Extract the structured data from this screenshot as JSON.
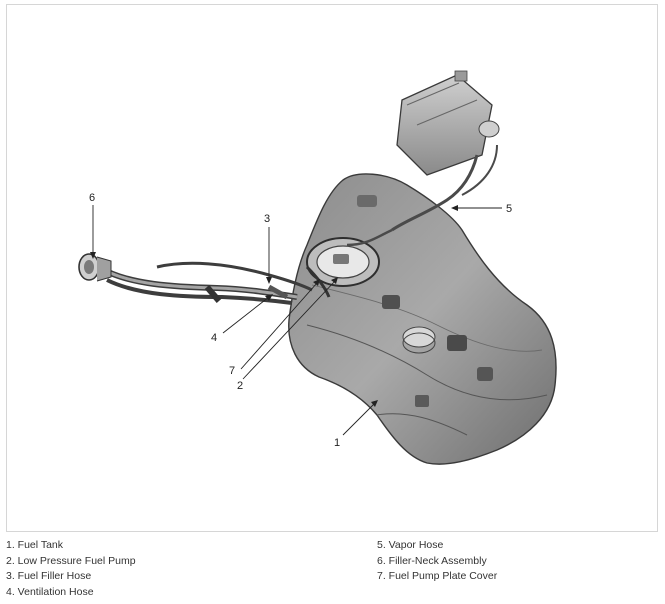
{
  "diagram": {
    "callouts": [
      "1",
      "2",
      "3",
      "4",
      "5",
      "6",
      "7"
    ]
  },
  "legend": {
    "left": [
      "1. Fuel Tank",
      "2. Low Pressure Fuel Pump",
      "3. Fuel Filler Hose",
      "4. Ventilation Hose"
    ],
    "right": [
      "5. Vapor Hose",
      "6. Filler-Neck Assembly",
      "7. Fuel Pump Plate Cover"
    ]
  }
}
